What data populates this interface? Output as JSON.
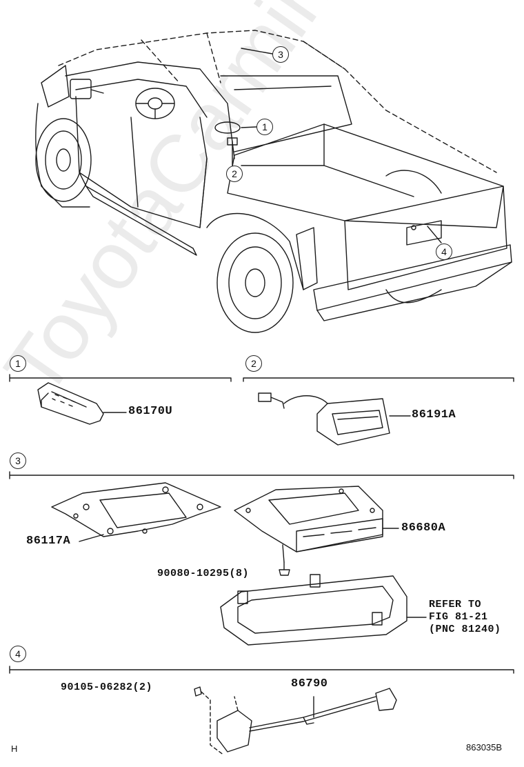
{
  "callouts": [
    "1",
    "2",
    "3",
    "4"
  ],
  "parts": {
    "remote": "86170U",
    "jack": "86191A",
    "bracket": "86117A",
    "display": "86680A",
    "screw": "90080-10295(8)",
    "refer_line1": "REFER TO",
    "refer_line2": "FIG 81-21",
    "refer_line3": "(PNC 81240)",
    "clip": "90105-06282(2)",
    "harness": "86790"
  },
  "footer": {
    "left": "H",
    "right": "863035B"
  },
  "watermark": "ToyotaCarmine.ru"
}
